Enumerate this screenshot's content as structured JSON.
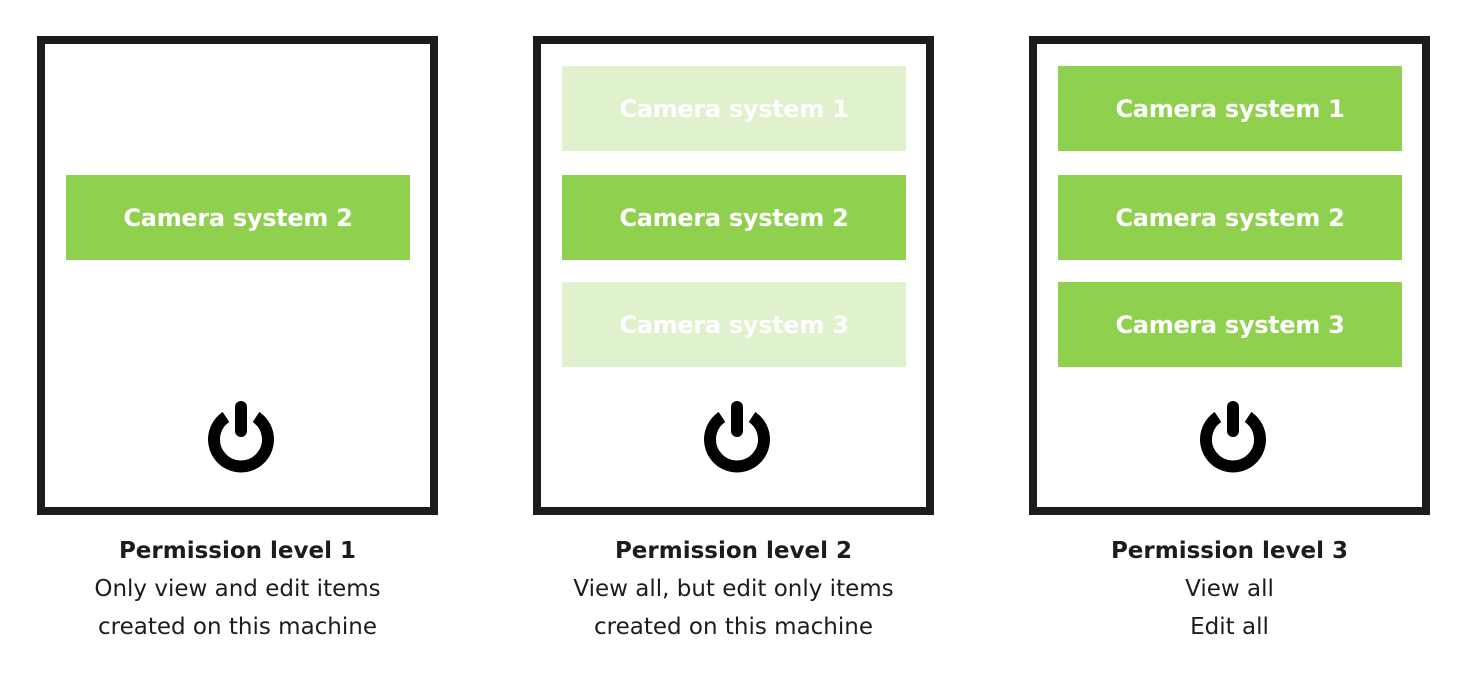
{
  "colors": {
    "active": "#8fd14f",
    "inactive": "#dff2cd",
    "border": "#1c1c1c"
  },
  "panels": [
    {
      "buttons": [
        {
          "label": "Camera system 2",
          "state": "active",
          "row": 2
        }
      ],
      "icon": "power-icon",
      "title": "Permission level 1",
      "lines": [
        "Only view and edit items",
        "created on this machine"
      ]
    },
    {
      "buttons": [
        {
          "label": "Camera system 1",
          "state": "inactive",
          "row": 1
        },
        {
          "label": "Camera system 2",
          "state": "active",
          "row": 2
        },
        {
          "label": "Camera system 3",
          "state": "inactive",
          "row": 3
        }
      ],
      "icon": "power-icon",
      "title": "Permission level 2",
      "lines": [
        "View all, but edit only items",
        "created on this machine"
      ]
    },
    {
      "buttons": [
        {
          "label": "Camera system 1",
          "state": "active",
          "row": 1
        },
        {
          "label": "Camera system 2",
          "state": "active",
          "row": 2
        },
        {
          "label": "Camera system 3",
          "state": "active",
          "row": 3
        }
      ],
      "icon": "power-icon",
      "title": "Permission level 3",
      "lines": [
        "View all",
        "Edit all"
      ]
    }
  ]
}
